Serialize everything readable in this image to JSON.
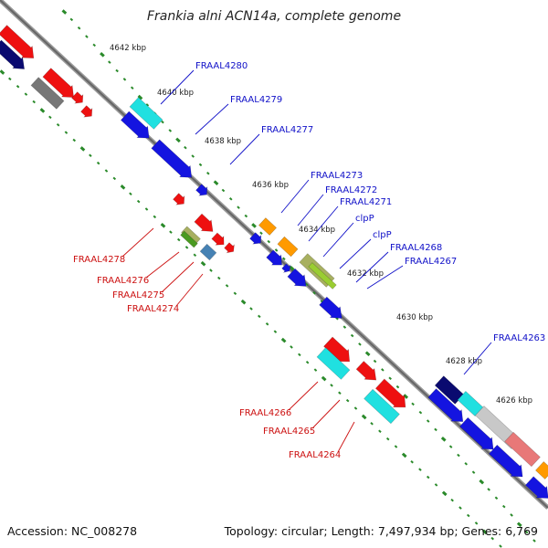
{
  "title": "Frankia alni ACN14a, complete genome",
  "footer": {
    "accession": "Accession: NC_008278",
    "topology": "Topology: circular; Length: 7,497,934 bp; Genes: 6,769"
  },
  "scale_marks": [
    "4642 kbp",
    "4640 kbp",
    "4638 kbp",
    "4636 kbp",
    "4634 kbp",
    "4632 kbp",
    "4630 kbp",
    "4628 kbp",
    "4626 kbp"
  ],
  "genes_top": [
    "FRAAL4280",
    "FRAAL4279",
    "FRAAL4277",
    "FRAAL4273",
    "FRAAL4272",
    "FRAAL4271",
    "clpP",
    "clpP",
    "FRAAL4268",
    "FRAAL4267",
    "FRAAL4263"
  ],
  "genes_bottom": [
    "FRAAL4278",
    "FRAAL4276",
    "FRAAL4275",
    "FRAAL4274",
    "FRAAL4266",
    "FRAAL4265",
    "FRAAL4264"
  ],
  "colors": {
    "forward_label": "#1010c8",
    "reverse_label": "#cc1010",
    "backbone": "#888888",
    "ticks": "#2a8a2a",
    "blue": "#1414e0",
    "red": "#ee1010",
    "cyan": "#20e0e0",
    "orange": "#ff9a00",
    "navy": "#0a0a70",
    "grey": "#777777",
    "olive": "#a8b060",
    "lightgrey": "#c8c8c8",
    "pink": "#e87878",
    "steel": "#4682b4"
  }
}
